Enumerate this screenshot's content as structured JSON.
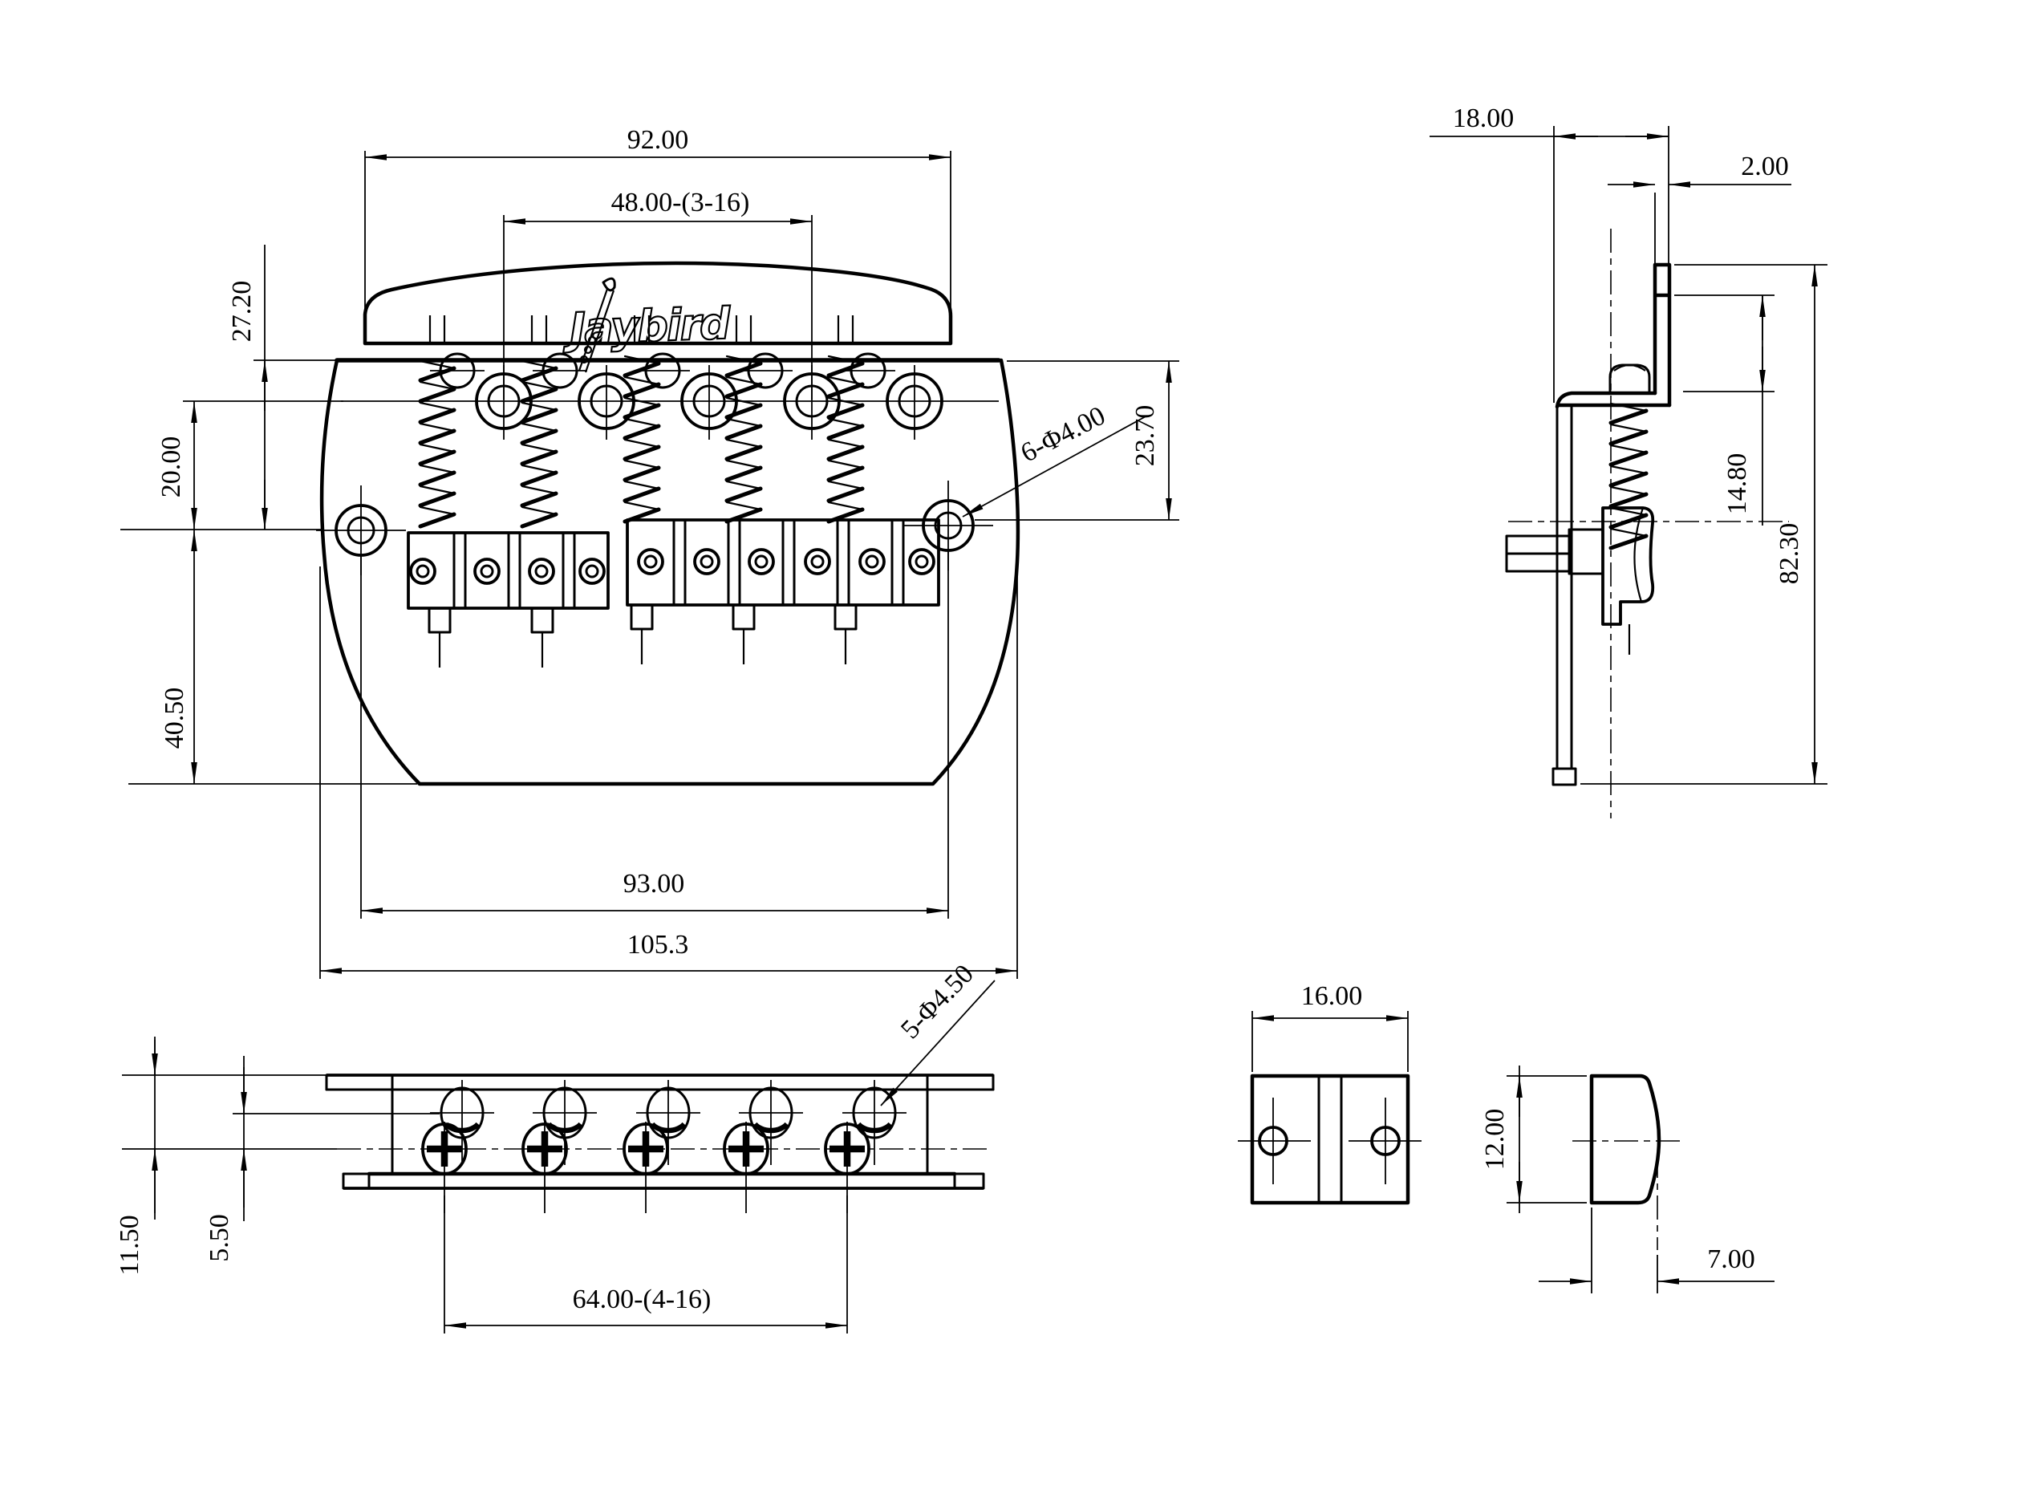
{
  "title": "bass-bridge-technical-drawing",
  "colors": {
    "background": "#ffffff",
    "line": "#000000"
  },
  "logo": {
    "text": "Jaybird"
  },
  "dims": {
    "main_cover_width": "92.00",
    "main_string_spacing": "48.00-(3-16)",
    "main_top_offset": "27.20",
    "main_hole_offset": "20.00",
    "main_bottom_offset": "40.50",
    "main_mount_span": "93.00",
    "main_total_width": "105.3",
    "main_right_offset": "23.70",
    "main_mount_holes": "6-Φ4.00",
    "side_depth": "18.00",
    "side_thickness": "2.00",
    "side_wall_height": "14.80",
    "side_total_height": "82.30",
    "front_total_height": "11.50",
    "front_hole_offset": "5.50",
    "front_screw_span": "64.00-(4-16)",
    "front_screw_holes": "5-Φ4.50",
    "saddle_width": "16.00",
    "saddle_height": "12.00",
    "saddle_offset": "7.00"
  }
}
